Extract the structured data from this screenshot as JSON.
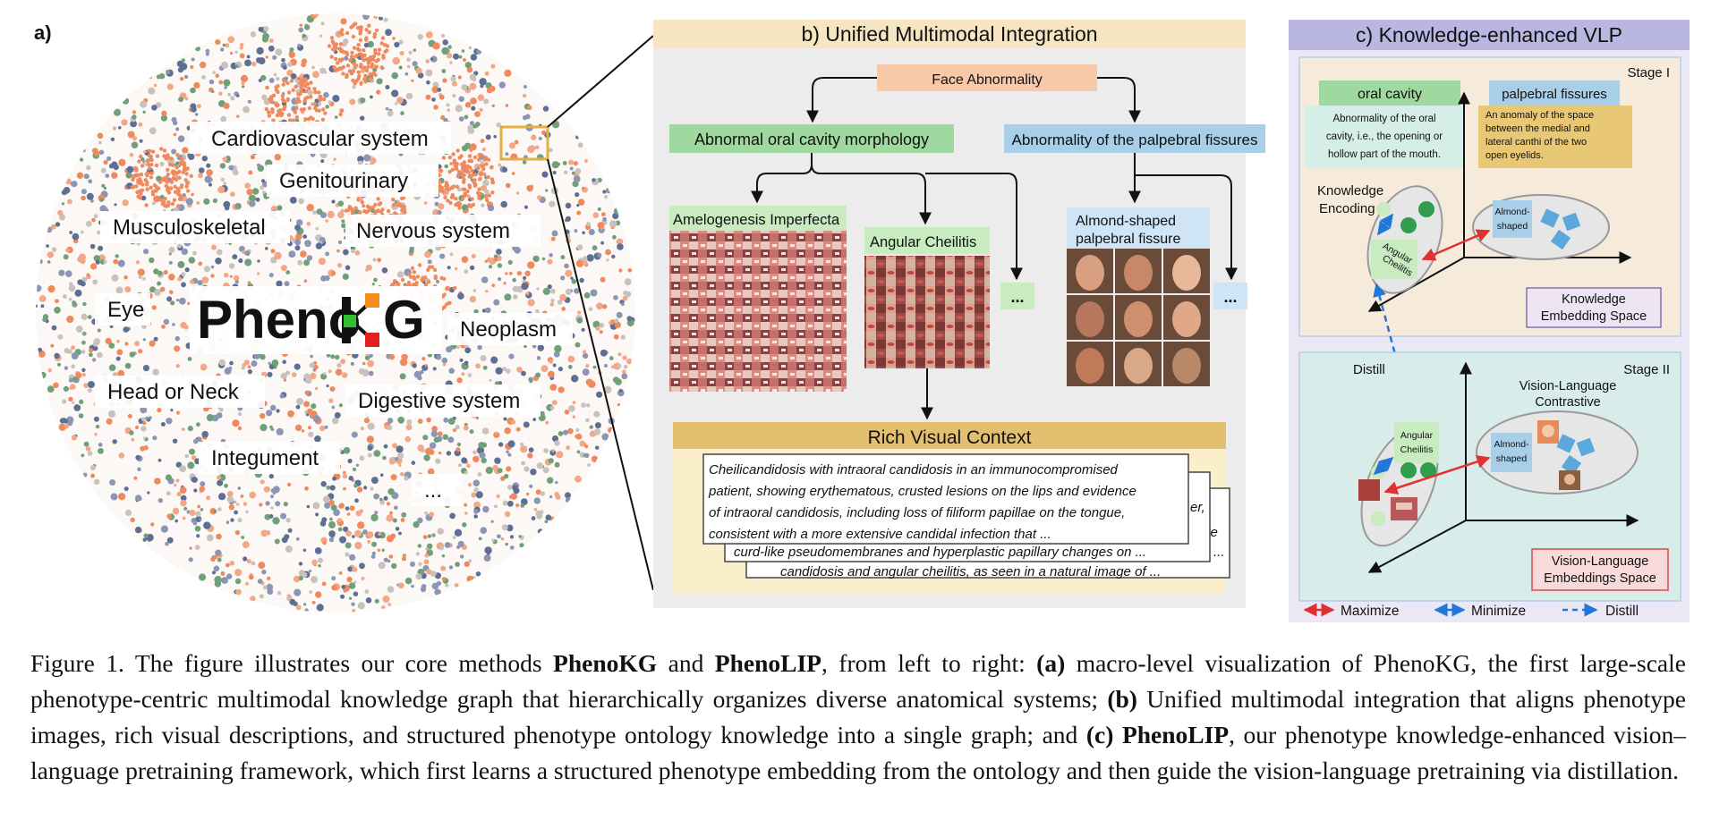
{
  "panel_a": {
    "tag": "a)",
    "logo_text": "Pheno",
    "logo_suffix": "G",
    "labels": {
      "cardio": "Cardiovascular system",
      "genito": "Genitourinary",
      "musculo": "Musculoskeletal",
      "nervous": "Nervous system",
      "eye": "Eye",
      "neoplasm": "Neoplasm",
      "head_neck": "Head or Neck",
      "digestive": "Digestive system",
      "integument": "Integument",
      "more": "..."
    }
  },
  "panel_b": {
    "title": "b) Unified Multimodal Integration",
    "root": "Face Abnormality",
    "oral": "Abnormal oral cavity morphology",
    "palpebral": "Abnormality of the palpebral fissures",
    "amelo": "Amelogenesis Imperfecta",
    "angular": "Angular Cheilitis",
    "almond_line1": "Almond-shaped",
    "almond_line2": "palpebral fissure",
    "ellipsis": "...",
    "rich_title": "Rich Visual Context",
    "texts": [
      "Cheilicandidosis with intraoral candidosis in an immunocompromised",
      "patient, showing erythematous, crusted lesions on the lips and evidence",
      "of intraoral candidosis, including loss of filiform papillae on the tongue,",
      "consistent with a more extensive candidal infection that ...",
      "curd-like pseudomembranes and hyperplastic papillary changes on ...",
      "candidosis and angular cheilitis, as seen in a natural image of ...",
      "er,",
      "the",
      "..."
    ]
  },
  "panel_c": {
    "title": "c) Knowledge-enhanced VLP",
    "stage1": "Stage I",
    "stage2": "Stage II",
    "oral_tag": "oral cavity",
    "oral_def": [
      "Abnormality of the oral",
      "cavity, i.e., the opening or",
      "hollow part of the mouth."
    ],
    "palp_tag": "palpebral fissures",
    "palp_def": [
      "An anomaly of the space",
      "between the medial and",
      "lateral canthi of the two",
      "open eyelids."
    ],
    "knowledge_encoding": [
      "Knowledge",
      "Encoding"
    ],
    "angular": [
      "Angular",
      "Cheilitis"
    ],
    "almond": [
      "Almond-",
      "shaped"
    ],
    "kes": [
      "Knowledge",
      "Embedding Space"
    ],
    "distill": "Distill",
    "vlc": [
      "Vision-Language",
      "Contrastive"
    ],
    "vles": [
      "Vision-Language",
      "Embeddings Space"
    ],
    "legend": {
      "maximize": "Maximize",
      "minimize": "Minimize",
      "distill": "Distill"
    }
  },
  "caption": {
    "t1": "Figure 1.  The figure illustrates our core methods ",
    "b1": "PhenoKG",
    "t2": " and ",
    "b2": "PhenoLIP",
    "t3": ", from left to right: ",
    "b3": "(a)",
    "t4": " macro-level visualization of PhenoKG, the first large-scale phenotype-centric multimodal knowledge graph that hierarchically organizes diverse anatomical systems; ",
    "b4": "(b)",
    "t5": " Unified multimodal integration that aligns phenotype images, rich visual descriptions, and structured phenotype ontology knowledge into a single graph; and ",
    "b5": "(c)",
    "t6": " ",
    "b6": "PhenoLIP",
    "t7": ", our phenotype knowledge-enhanced vision–language pretraining framework, which first learns a structured phenotype embedding from the ontology and then guide the vision-language pretraining via distillation."
  },
  "colors": {
    "node_orange": "#ef8a5e",
    "node_blue": "#5e6f94",
    "node_green": "#6fa07a",
    "header_b": "#f6e5c3",
    "header_c": "#b9b6e2",
    "green_box": "#9fd9a0",
    "blue_box": "#a9cfe8",
    "root_box": "#f8c9a8",
    "rich_header": "#e2c070",
    "rich_bg": "#faeecb",
    "stage1_bg": "#f6eadb",
    "stage2_bg": "#d8ecea",
    "red": "#e03030",
    "blue": "#1f78d8"
  }
}
